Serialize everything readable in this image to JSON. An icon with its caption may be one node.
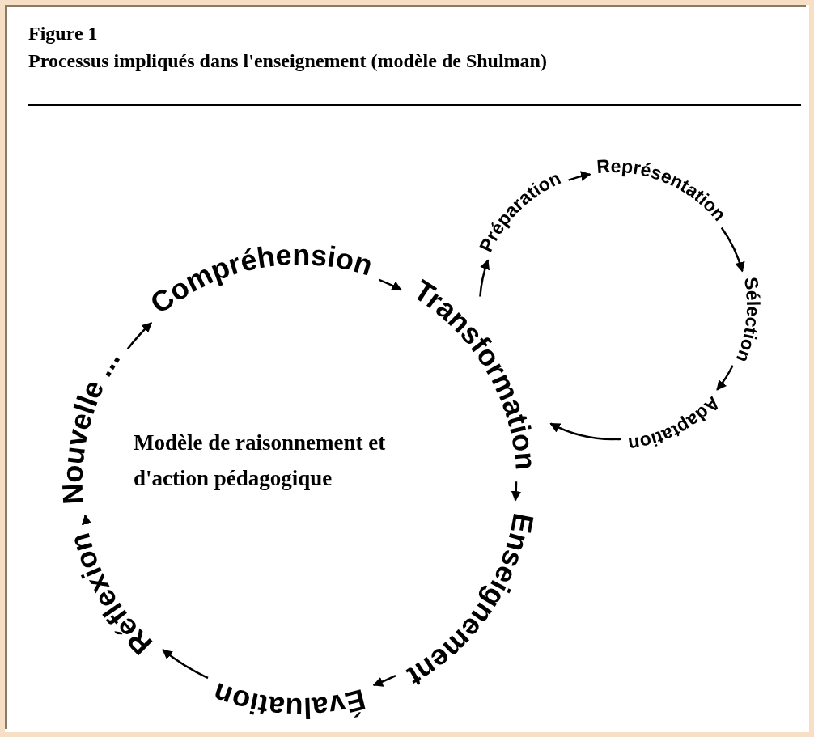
{
  "diagram": {
    "title": "Processus impliqués dans l'enseignement (modèle de Shulman)",
    "nodes": [
      {
        "text": [
          "Compréhension"
        ]
      },
      {
        "text": [
          "Transformation"
        ]
      },
      {
        "text": [
          "Enseignement"
        ]
      },
      {
        "text": [
          "Évaluation"
        ]
      },
      {
        "text": [
          "Réflexion"
        ]
      },
      {
        "text": [
          "Nouvelle ..."
        ]
      },
      {
        "text": [
          "Préparation"
        ]
      },
      {
        "text": [
          "Représentation"
        ]
      },
      {
        "text": [
          "Sélection"
        ]
      },
      {
        "text": [
          "Adaptation"
        ]
      }
    ],
    "edges": [
      {
        "from": 0,
        "to": 1,
        "arrow": "to"
      },
      {
        "from": 1,
        "to": 2,
        "arrow": "to"
      },
      {
        "from": 2,
        "to": 3,
        "arrow": "to"
      },
      {
        "from": 3,
        "to": 4,
        "arrow": "to"
      },
      {
        "from": 4,
        "to": 5,
        "arrow": "to"
      },
      {
        "from": 5,
        "to": 0,
        "arrow": "to"
      },
      {
        "from": 1,
        "to": 6,
        "arrow": "to"
      },
      {
        "from": 6,
        "to": 7,
        "arrow": "to"
      },
      {
        "from": 7,
        "to": 8,
        "arrow": "to"
      },
      {
        "from": 8,
        "to": 9,
        "arrow": "to"
      },
      {
        "from": 9,
        "to": 1,
        "arrow": "to"
      }
    ],
    "labels": [
      "Figure 1",
      "Modèle de raisonnement et d'action pédagogique"
    ]
  }
}
